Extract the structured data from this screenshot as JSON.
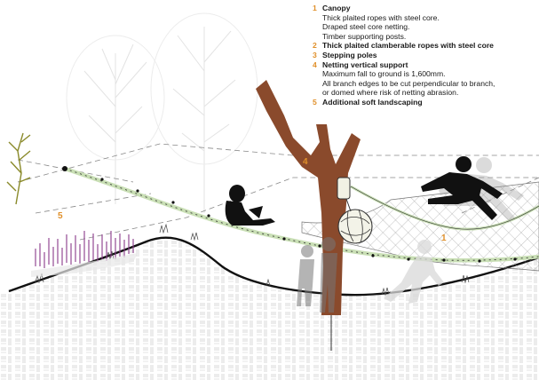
{
  "legend": [
    {
      "num": "1",
      "title": "Canopy",
      "title_bold": true,
      "lines": [
        "Thick plaited ropes with steel core.",
        "Draped steel core netting.",
        "Timber supporting posts."
      ]
    },
    {
      "num": "2",
      "title": "Thick plaited clamberable ropes with steel core",
      "title_bold": true,
      "lines": []
    },
    {
      "num": "3",
      "title": "Stepping poles",
      "title_bold": true,
      "lines": []
    },
    {
      "num": "4",
      "title": "Netting vertical support",
      "title_bold": true,
      "lines": [
        "Maximum fall to ground is 1,600mm.",
        "All branch edges to be cut perpendicular to branch,",
        "or domed where risk of netting abrasion."
      ]
    },
    {
      "num": "5",
      "title": "Additional soft landscaping",
      "title_bold": true,
      "lines": []
    }
  ],
  "callouts": {
    "tree": "4",
    "grass": "5",
    "net": "1"
  },
  "colors": {
    "accent": "#e0902a",
    "trunk": "#8a4a2c",
    "grass": "#8a3a8a",
    "rope": "#c9dfb5",
    "ink": "#111111"
  }
}
